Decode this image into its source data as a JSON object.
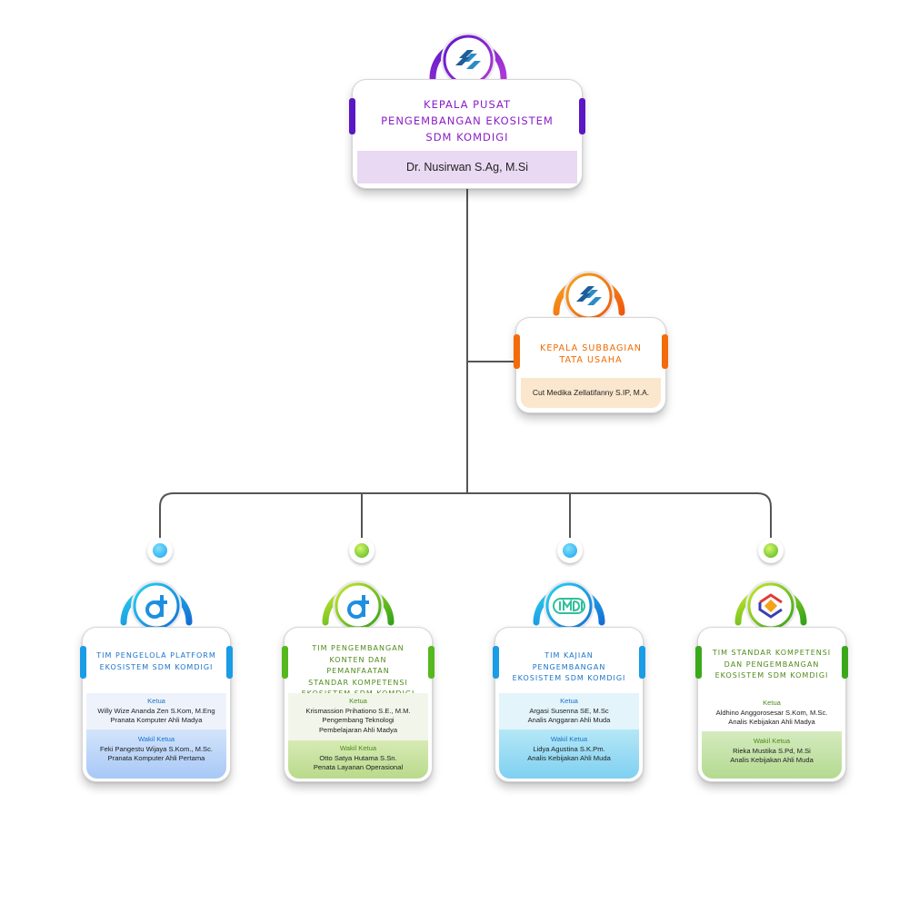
{
  "colors": {
    "line": "#555555",
    "purple": "#8a1ec8",
    "orange": "#f06a00",
    "blue": "#1a73c9",
    "green": "#4e8a1a"
  },
  "head": {
    "title_lines": [
      "KEPALA PUSAT",
      "PENGEMBANGAN EKOSISTEM",
      "SDM KOMDIGI"
    ],
    "name": "Dr. Nusirwan S.Ag, M.Si",
    "icon": "komdigi-logo-icon"
  },
  "subbag": {
    "title_lines": [
      "KEPALA SUBBAGIAN",
      "TATA USAHA"
    ],
    "name": "Cut Medika Zellatifanny S.IP, M.A.",
    "icon": "komdigi-logo-icon"
  },
  "teams": [
    {
      "title_lines": [
        "TIM PENGELOLA PLATFORM",
        "EKOSISTEM SDM KOMDIGI"
      ],
      "ketua_label": "Ketua",
      "ketua_lines": [
        "Willy Wize Ananda Zen S.Kom, M.Eng",
        "Pranata Komputer Ahli Madya"
      ],
      "wakil_label": "Wakil Ketua",
      "wakil_lines": [
        "Feki Pangestu Wijaya S.Kom., M.Sc.",
        "Pranata Komputer Ahli Pertama"
      ],
      "icon": "digitalent-logo-icon"
    },
    {
      "title_lines": [
        "TIM PENGEMBANGAN",
        "KONTEN DAN PEMANFAATAN",
        "STANDAR KOMPETENSI",
        "EKOSISTEM SDM KOMDIGI"
      ],
      "ketua_label": "Ketua",
      "ketua_lines": [
        "Krismassion Prihationo S.E., M.M.",
        "Pengembang Teknologi",
        "Pembelajaran Ahli Madya"
      ],
      "wakil_label": "Wakil Ketua",
      "wakil_lines": [
        "Otto Satya Hutama S.Sn.",
        "Penata Layanan Operasional"
      ],
      "icon": "digitalent-logo-icon"
    },
    {
      "title_lines": [
        "TIM KAJIAN PENGEMBANGAN",
        "EKOSISTEM SDM KOMDIGI"
      ],
      "ketua_label": "Ketua",
      "ketua_lines": [
        "Argasi Susenna SE, M.Sc",
        "Analis Anggaran Ahli Muda"
      ],
      "wakil_label": "Wakil Ketua",
      "wakil_lines": [
        "Lidya Agustina S.K.Pm.",
        "Analis Kebijakan Ahli Muda"
      ],
      "icon": "imdi-logo-icon"
    },
    {
      "title_lines": [
        "TIM STANDAR KOMPETENSI",
        "DAN PENGEMBANGAN",
        "EKOSISTEM SDM KOMDIGI"
      ],
      "ketua_label": "Ketua",
      "ketua_lines": [
        "Aldhino Anggorosesar S.Kom, M.Sc.",
        "Analis Kebijakan Ahli Madya"
      ],
      "wakil_label": "Wakil Ketua",
      "wakil_lines": [
        "Rieka Mustika S.Pd, M.Si",
        "Analis Kebijakan Ahli Muda"
      ],
      "icon": "sertifikasi-logo-icon"
    }
  ]
}
